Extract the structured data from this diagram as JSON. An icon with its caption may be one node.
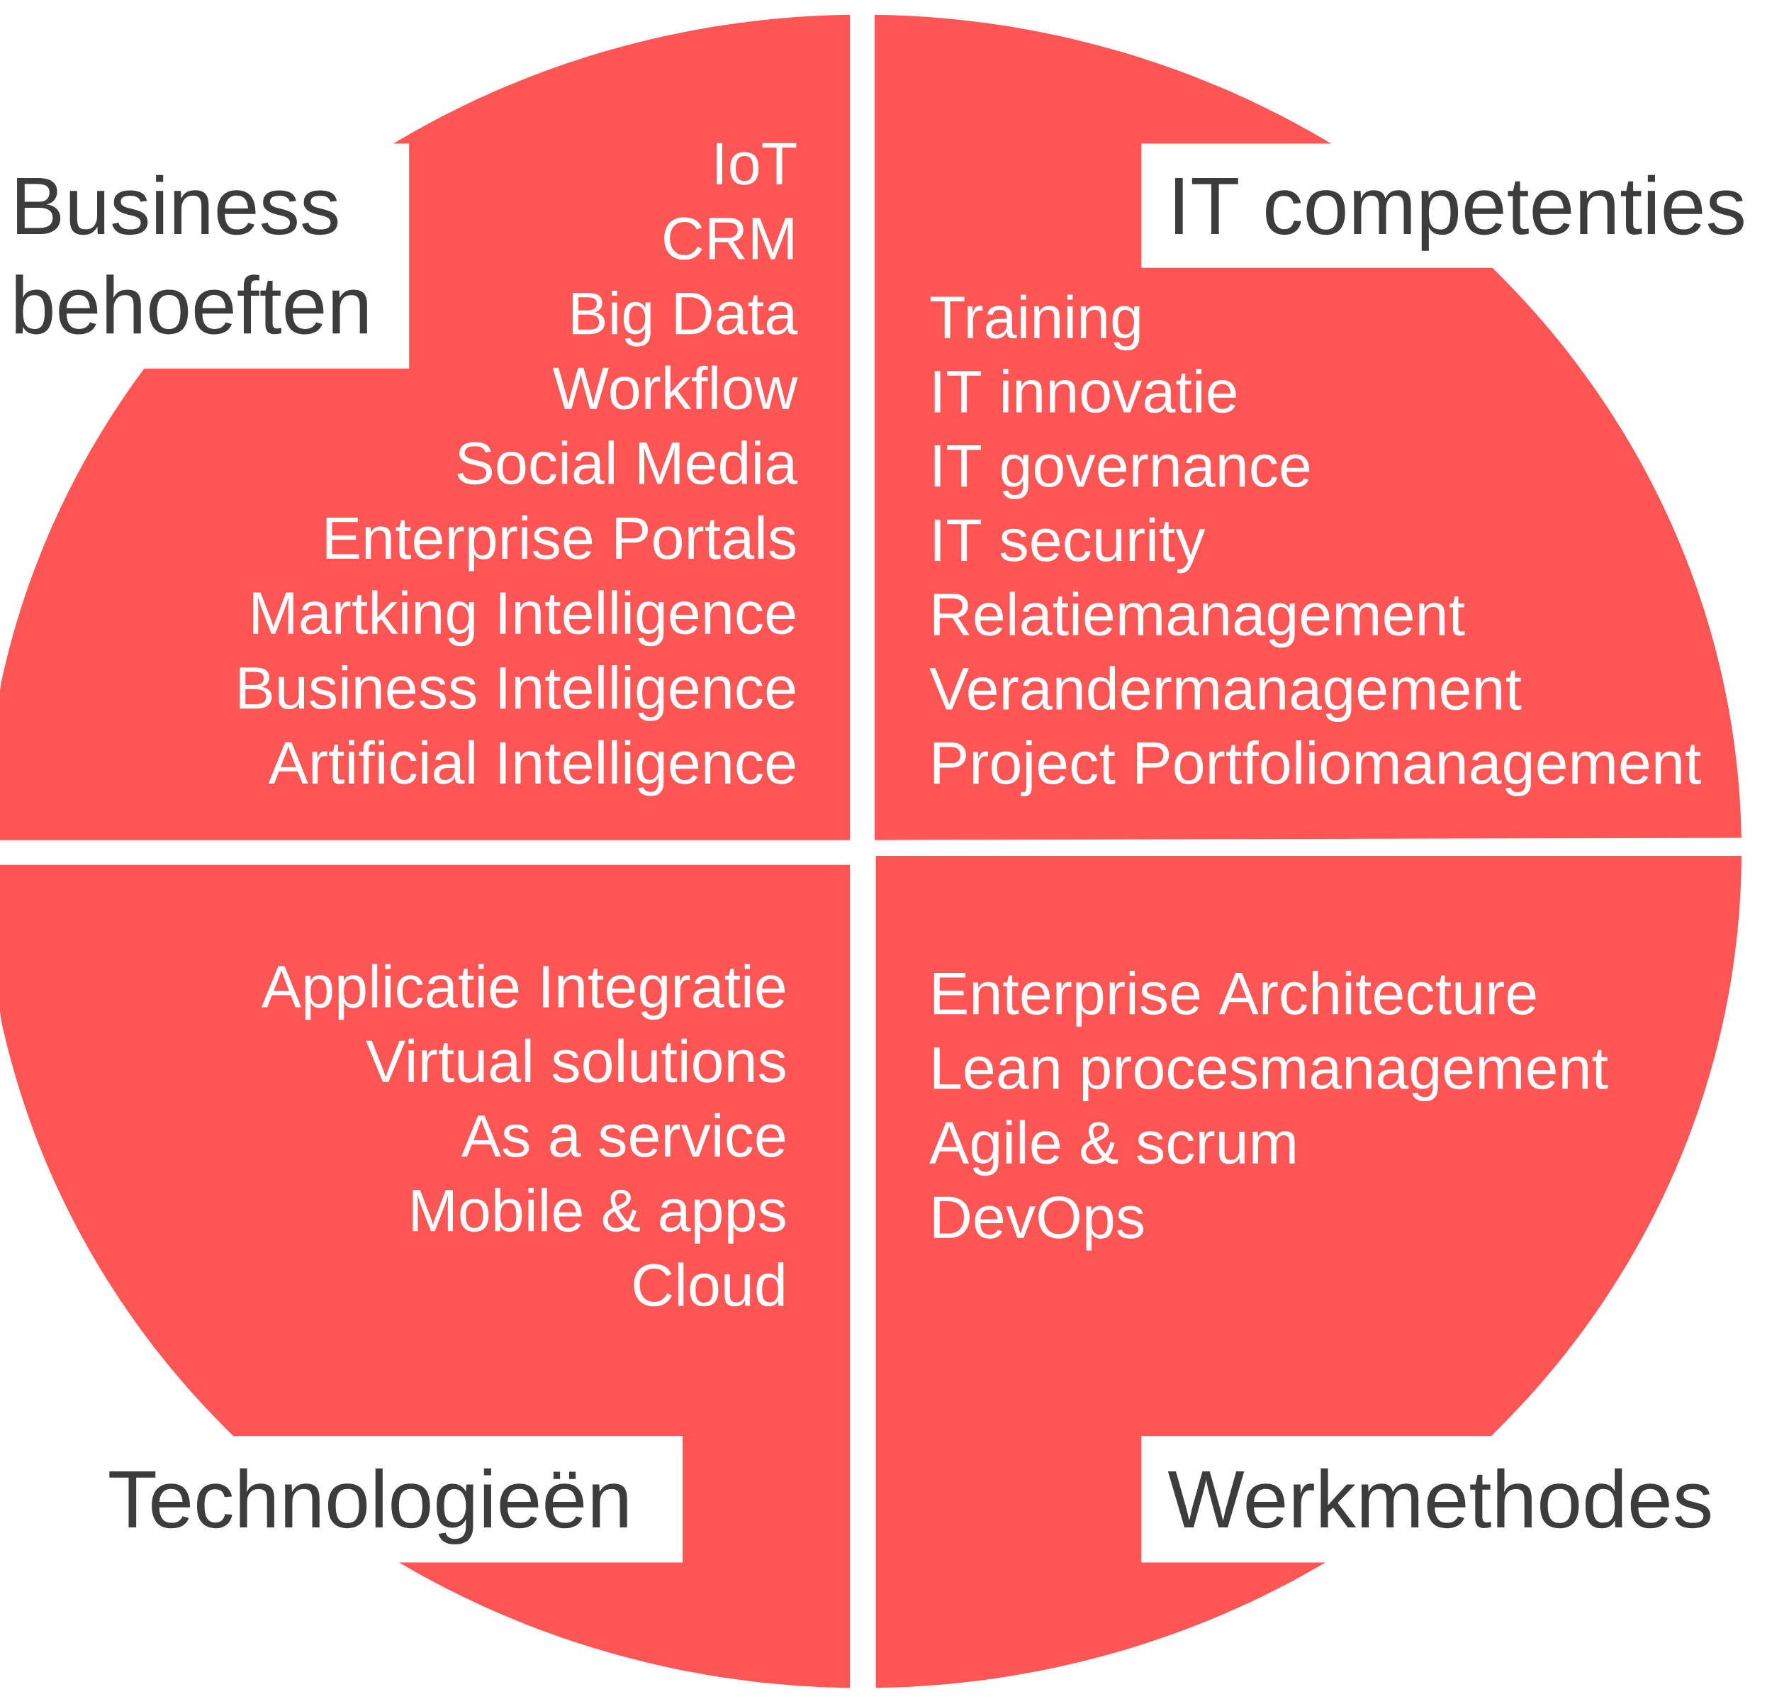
{
  "diagram": {
    "nodes": [
      {
        "text": [
          "Business behoeften",
          "IoT",
          "CRM",
          "Big Data",
          "Workflow",
          "Social Media",
          "Enterprise Portals",
          "Martking Intelligence",
          "Business Intelligence",
          "Artificial Intelligence"
        ]
      },
      {
        "text": [
          "IT competenties",
          "Training",
          "IT innovatie",
          "IT governance",
          "IT security",
          "Relatiemanagement",
          "Verandermanagement",
          "Project Portfoliomanagement"
        ]
      },
      {
        "text": [
          "Applicatie Integratie",
          "Virtual solutions",
          "As a service",
          "Mobile & apps",
          "Cloud",
          "Technologieën"
        ]
      },
      {
        "text": [
          "Enterprise Architecture",
          "Lean procesmanagement",
          "Agile & scrum",
          "DevOps",
          "Werkmethodes"
        ]
      }
    ]
  }
}
